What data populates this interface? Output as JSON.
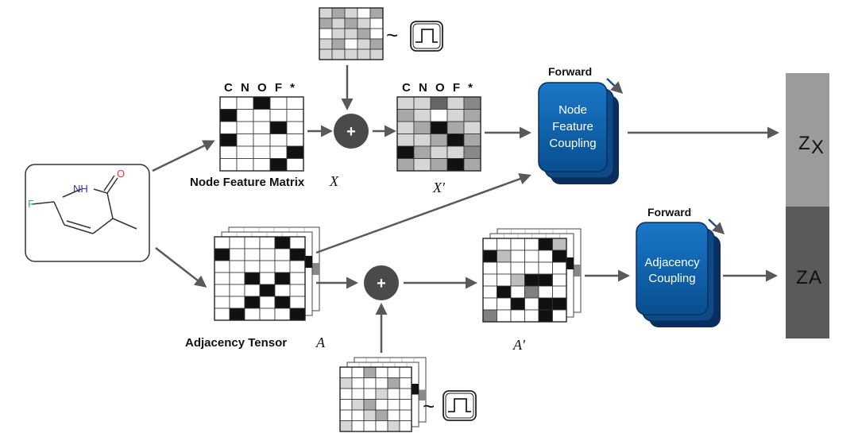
{
  "labels": {
    "node_feature_columns": "C N O F *",
    "node_feature_matrix": "Node Feature Matrix",
    "node_feature_symbol": "X",
    "node_feature_prime": "X′",
    "adjacency_tensor": "Adjacency Tensor",
    "adjacency_symbol": "A",
    "adjacency_prime": "A′",
    "forward_top": "Forward",
    "forward_bottom": "Forward",
    "node_coupling_line1": "Node",
    "node_coupling_line2": "Feature",
    "node_coupling_line3": "Coupling",
    "adj_coupling_line1": "Adjacency",
    "adj_coupling_line2": "Coupling",
    "z_x_base": "Z",
    "z_x_sub": "X",
    "z_a_base": "Z",
    "z_a_sub": "A",
    "plus": "+",
    "tilde": "~"
  },
  "molecule": {
    "atom_F": "F",
    "atom_NH": "NH",
    "atom_O": "O"
  },
  "colors": {
    "arrow": "#595959",
    "plus_node": "#4a4a4a",
    "coupling_fill": "#0b5fa8",
    "coupling_dark": "#0a2f5e",
    "z_x_fill": "#9b9b9b",
    "z_a_fill": "#5a5a5a",
    "atom_F": "#33bb66",
    "atom_N": "#3333aa",
    "atom_O": "#ee3333"
  },
  "grids": {
    "node_x": [
      "00100",
      "10000",
      "00010",
      "10000",
      "00001",
      "00010"
    ],
    "noise_x": [
      "12102",
      "21210",
      "01120",
      "12012",
      "11111"
    ],
    "node_x_prime": [
      "11413",
      "21012",
      "12521",
      "11252",
      "52113",
      "21252"
    ],
    "adjacency": [
      "000010",
      "100001",
      "000000",
      "001010",
      "000100",
      "001010",
      "010001"
    ],
    "adjacency_prime": [
      "000012",
      "120001",
      "000000",
      "002110",
      "010400",
      "001015",
      "400010"
    ],
    "noise_a": [
      "002000",
      "100020",
      "000100",
      "012000",
      "001200",
      "100010"
    ]
  }
}
